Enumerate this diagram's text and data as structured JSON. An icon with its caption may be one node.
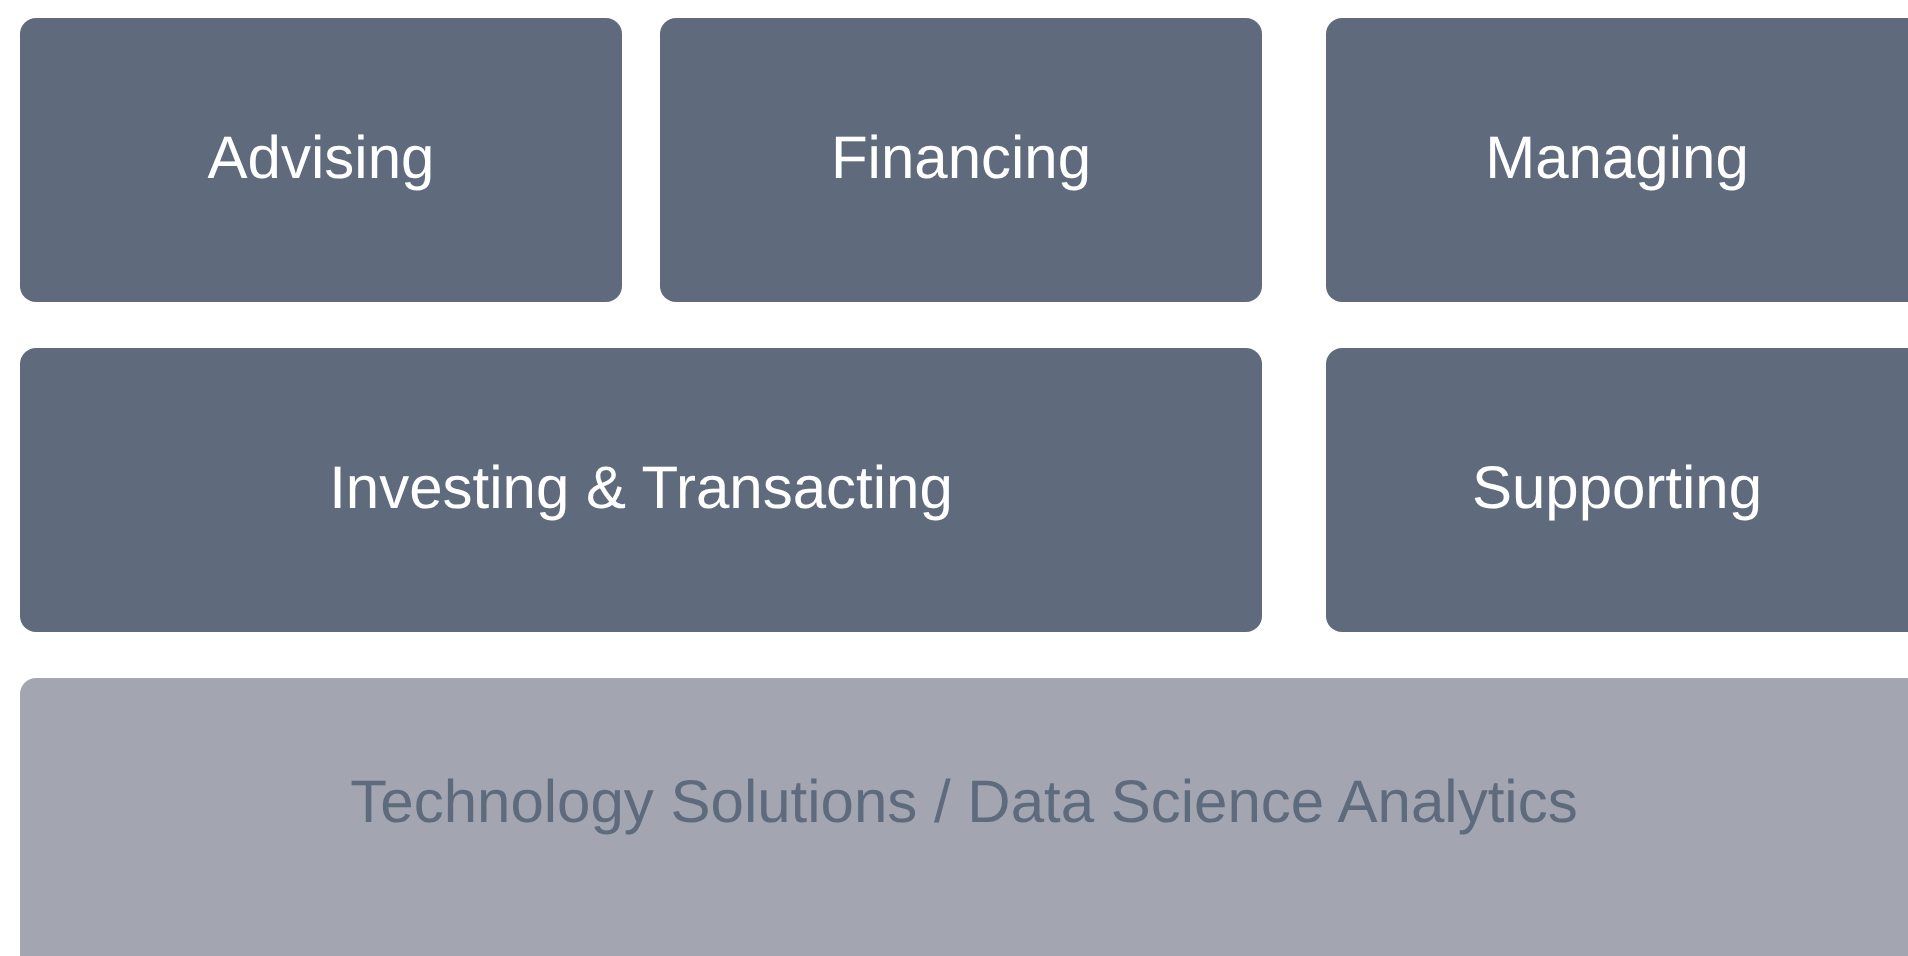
{
  "diagram": {
    "nodes": [
      {
        "text": [
          "Advising"
        ]
      },
      {
        "text": [
          "Financing"
        ]
      },
      {
        "text": [
          "Managing"
        ]
      },
      {
        "text": [
          "Investing & Transacting"
        ]
      },
      {
        "text": [
          "Supporting"
        ]
      },
      {
        "text": [
          "Technology Solutions / Data Science Analytics"
        ]
      }
    ]
  }
}
